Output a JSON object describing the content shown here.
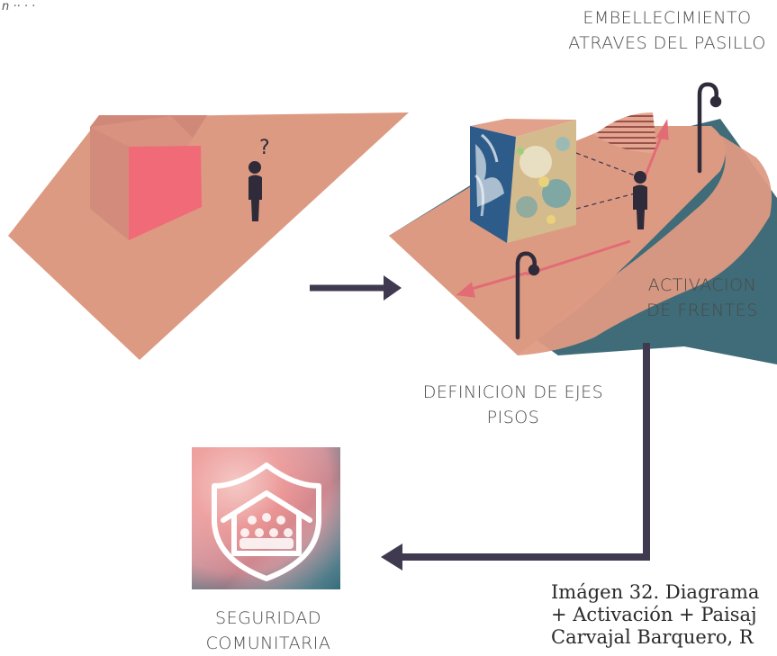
{
  "top_fragment": "n  ··  ·  ·",
  "labels": {
    "embellecimiento": [
      "EMBELLECIMIENTO",
      "ATRAVES DEL PASILLO"
    ],
    "activacion": [
      "ACTIVACION",
      "DE FRENTES"
    ],
    "definicion": [
      "DEFINICION DE EJES",
      "PISOS"
    ],
    "seguridad": [
      "SEGURIDAD",
      "COMUNITARIA"
    ]
  },
  "caption": [
    "Imágen 32. Diagrama",
    "+ Activación + Paisaj",
    "Carvajal Barquero, R"
  ],
  "icons": {
    "person": "person-icon",
    "question": "question-mark-icon",
    "lamp": "street-lamp-icon",
    "community": "community-shield-icon"
  },
  "colors": {
    "ground": "#dd9a82",
    "ground_edge": "#d48e75",
    "cube_front": "#f06a77",
    "cube_side": "#d58d7c",
    "cube_top": "#e0a08a",
    "teal": "#3f6c78",
    "figure": "#2f2b3a",
    "arrow": "#403a50",
    "text": "#4a4a4a"
  }
}
